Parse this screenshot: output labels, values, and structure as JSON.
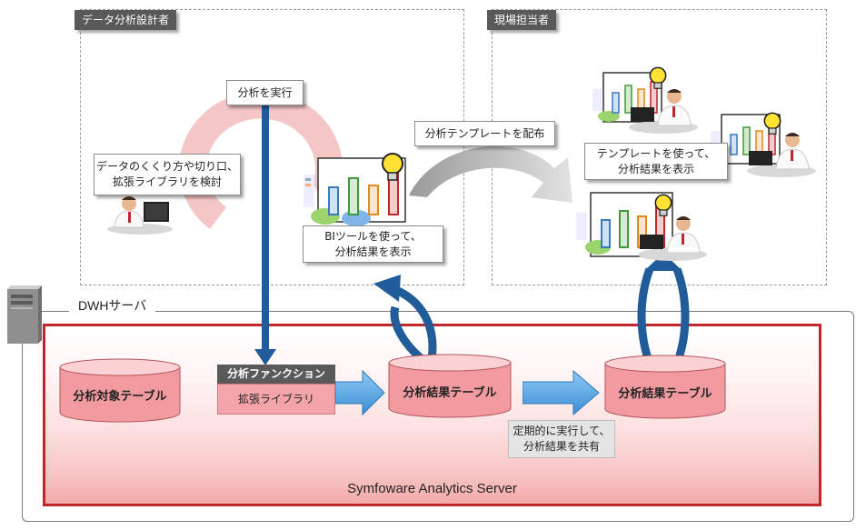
{
  "groups": {
    "designer_label": "データ分析設計者",
    "field_label": "現場担当者"
  },
  "callouts": {
    "run_analysis": "分析を実行",
    "study_line1": "データのくくり方や切り口、",
    "study_line2": "拡張ライブラリを検討",
    "bi_line1": "BIツールを使って、",
    "bi_line2": "分析結果を表示",
    "distribute": "分析テンプレートを配布",
    "template_line1": "テンプレートを使って、",
    "template_line2": "分析結果を表示"
  },
  "server": {
    "dwh_label": "DWHサーバ",
    "name": "Symfoware Analytics Server",
    "target_table": "分析対象テーブル",
    "function_header": "分析ファンクション",
    "function_body": "拡張ライブラリ",
    "result_table_1": "分析結果テーブル",
    "result_table_2": "分析結果テーブル",
    "periodic_line1": "定期的に実行して、",
    "periodic_line2": "分析結果を共有"
  },
  "colors": {
    "accent_red": "#c0272d",
    "arrow_blue": "#1f5c99",
    "light_blue_arrow": "#5aa8e6",
    "group_label_bg": "#595959"
  },
  "icons": [
    "server-tower-icon",
    "person-at-laptop-icon",
    "bar-chart-icon",
    "lightbulb-icon",
    "cycle-arrow-icon",
    "database-cylinder-icon"
  ]
}
